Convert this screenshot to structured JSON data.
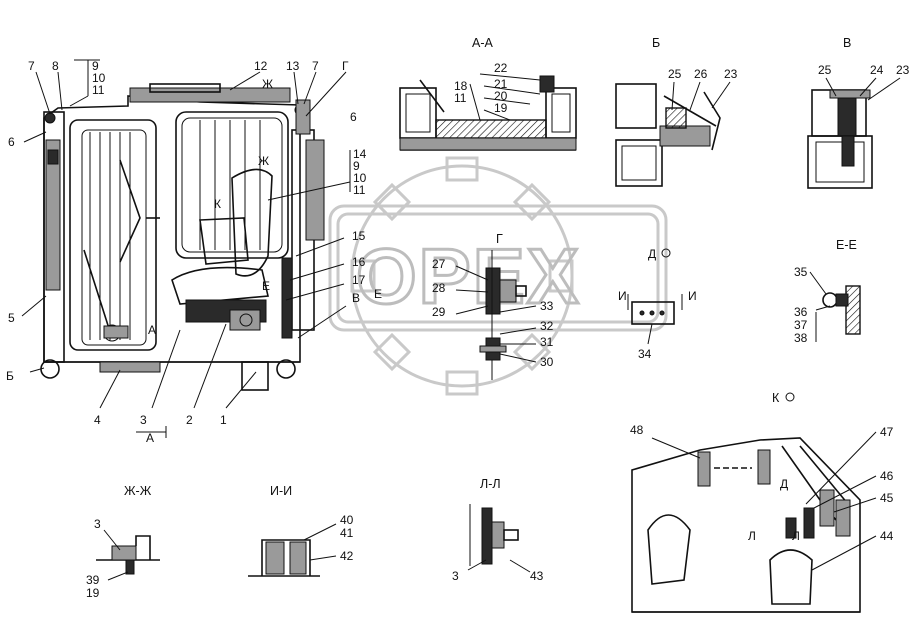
{
  "watermark": {
    "text": "OPEX"
  },
  "section_titles": {
    "aa": "А-А",
    "b": "Б",
    "v": "В",
    "ee": "Е-Е",
    "g": "Г",
    "k": "К",
    "d": "Д",
    "zhzh": "Ж-Ж",
    "ii": "И-И",
    "ll": "Л-Л"
  },
  "view_marks": {
    "a": "А",
    "b": "Б",
    "v": "В",
    "g": "Г",
    "e": "Е",
    "zh": "Ж",
    "k": "К",
    "i": "И",
    "d": "Д",
    "l": "Л"
  },
  "callouts": {
    "n1": "1",
    "n2": "2",
    "n3": "3",
    "n4": "4",
    "n5": "5",
    "n6": "6",
    "n7": "7",
    "n8": "8",
    "n9": "9",
    "n10": "10",
    "n11": "11",
    "n12": "12",
    "n13": "13",
    "n14": "14",
    "n15": "15",
    "n16": "16",
    "n17": "17",
    "n18": "18",
    "n19": "19",
    "n20": "20",
    "n21": "21",
    "n22": "22",
    "n23": "23",
    "n24": "24",
    "n25": "25",
    "n26": "26",
    "n27": "27",
    "n28": "28",
    "n29": "29",
    "n30": "30",
    "n31": "31",
    "n32": "32",
    "n33": "33",
    "n34": "34",
    "n35": "35",
    "n36": "36",
    "n37": "37",
    "n38": "38",
    "n39": "39",
    "n40": "40",
    "n41": "41",
    "n42": "42",
    "n43": "43",
    "n44": "44",
    "n45": "45",
    "n46": "46",
    "n47": "47",
    "n48": "48"
  }
}
